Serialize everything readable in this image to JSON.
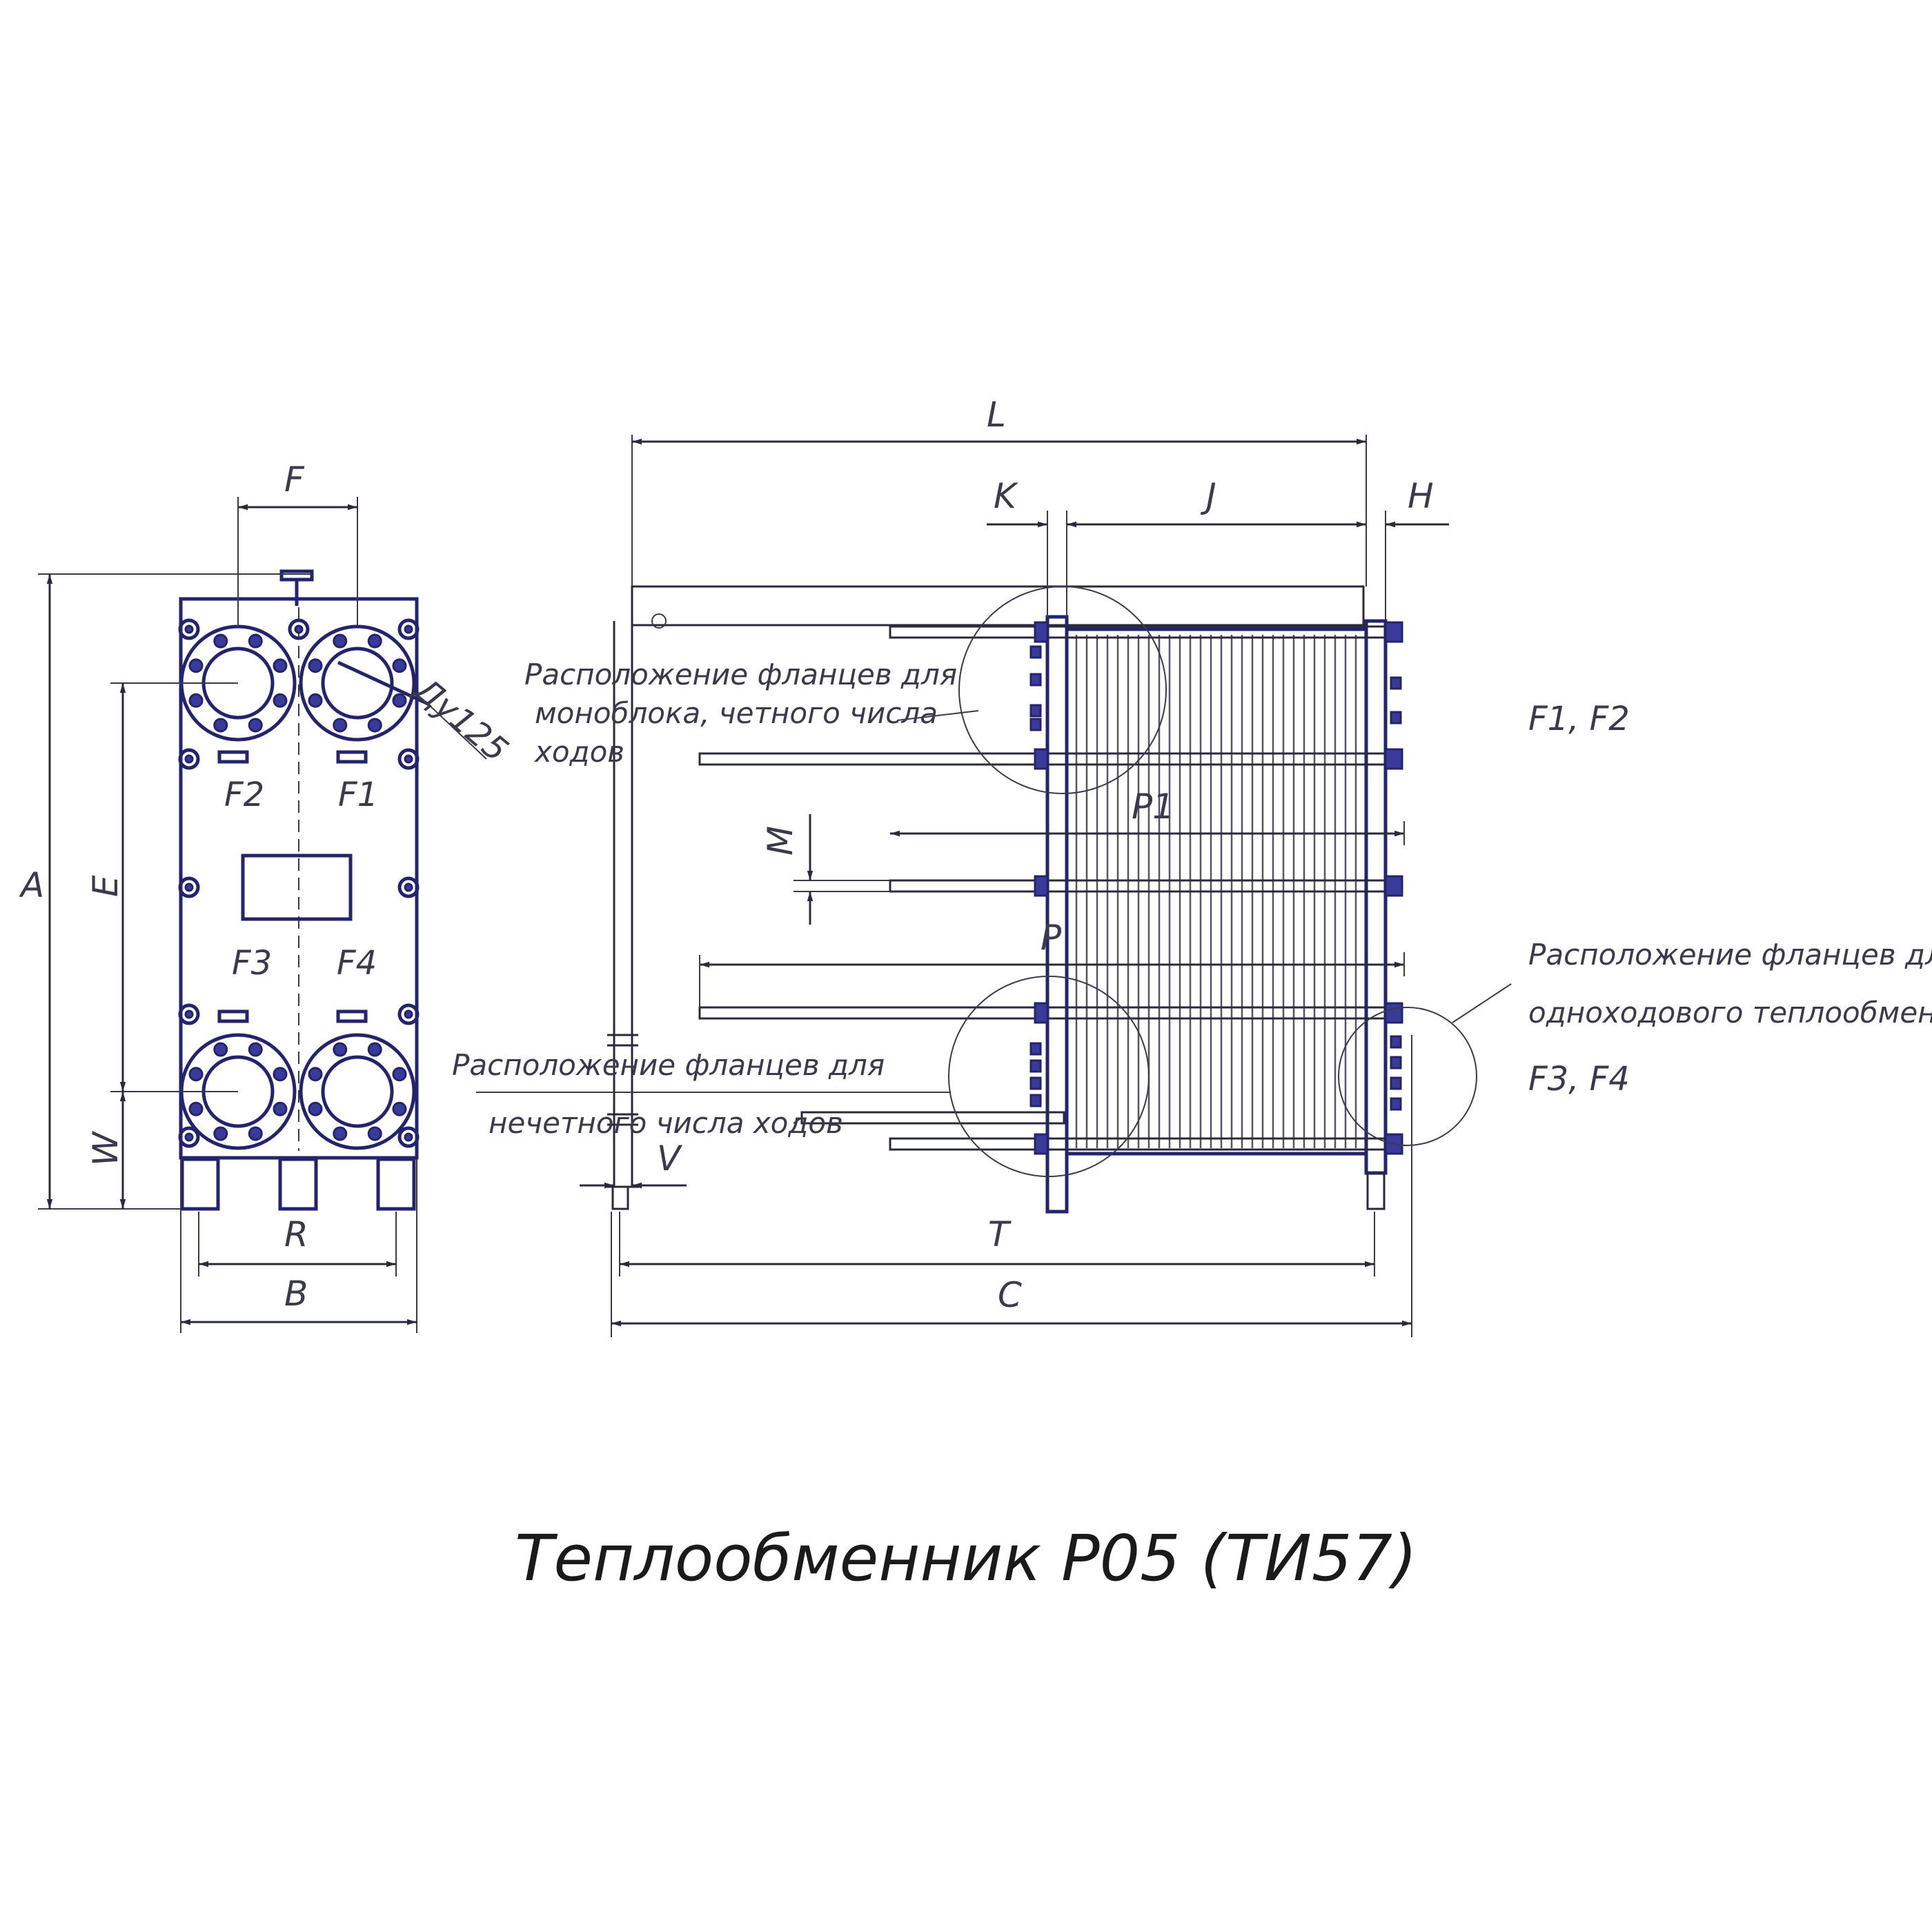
{
  "title": "Теплообменник Р05 (ТИ57)",
  "dimensions": {
    "A": "A",
    "B": "B",
    "C": "C",
    "E": "E",
    "F": "F",
    "H": "H",
    "J": "J",
    "K": "K",
    "L": "L",
    "M": "M",
    "P": "P",
    "P1": "P1",
    "R": "R",
    "T": "T",
    "V": "V",
    "W": "W"
  },
  "ports": {
    "F1": "F1",
    "F2": "F2",
    "F3": "F3",
    "F4": "F4"
  },
  "nominal_diameter": "Ду125",
  "callouts": {
    "even_passes": [
      "Расположение фланцев для",
      "моноблока, четного числа",
      "ходов"
    ],
    "odd_passes": [
      "Расположение фланцев для",
      "нечетного числа ходов"
    ],
    "single_pass": [
      "Расположение фланцев для",
      "одноходового теплообменника"
    ],
    "even_ports": "F1, F2",
    "single_ports": "F3, F4"
  }
}
